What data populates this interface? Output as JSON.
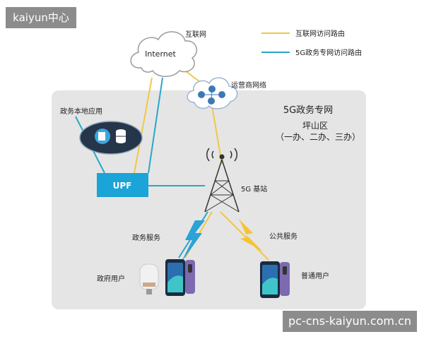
{
  "watermarks": {
    "top_left": "kaiyun中心",
    "bottom_right": "pc-cns-kaiyun.com.cn"
  },
  "legend": {
    "internet_route": "互联网访问路由",
    "gov_route": "5G政务专网访问路由",
    "internet_color": "#f2c744",
    "gov_color": "#2ba6c8"
  },
  "nodes": {
    "internet_cloud": "Internet",
    "internet_label": "互联网",
    "carrier_label": "运营商网络",
    "region_title": "5G政务专网",
    "region_district": "坪山区",
    "region_offices": "（一办、二办、三办）",
    "local_apps": "政务本地应用",
    "upf": "UPF",
    "base_station": "5G 基站",
    "gov_service": "政务服务",
    "public_service": "公共服务",
    "gov_user": "政府用户",
    "public_user": "普通用户"
  },
  "colors": {
    "region_bg": "#e5e5e5",
    "upf_box": "#1aa4d8",
    "app_ellipse": "#25364a",
    "lightning_gov": "#2aa3d6",
    "lightning_public": "#f4c434",
    "watermark_bg": "#8c8c8c"
  }
}
